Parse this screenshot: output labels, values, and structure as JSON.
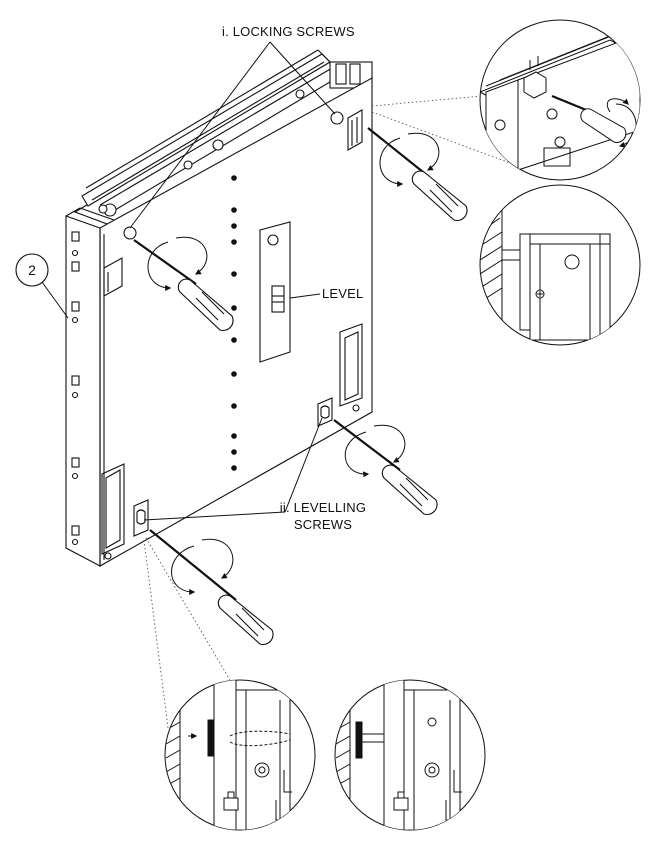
{
  "figure": {
    "step_number": "2",
    "labels": {
      "locking_screws": "i. LOCKING SCREWS",
      "level": "LEVEL",
      "levelling_screws_line1": "ii. LEVELLING",
      "levelling_screws_line2": "SCREWS"
    },
    "colors": {
      "line": "#111111",
      "handle_fill": "#ffffff",
      "dotted": "#555555"
    },
    "icons": [
      "screwdriver-icon",
      "rotation-arrow-icon",
      "step-number-badge"
    ]
  }
}
